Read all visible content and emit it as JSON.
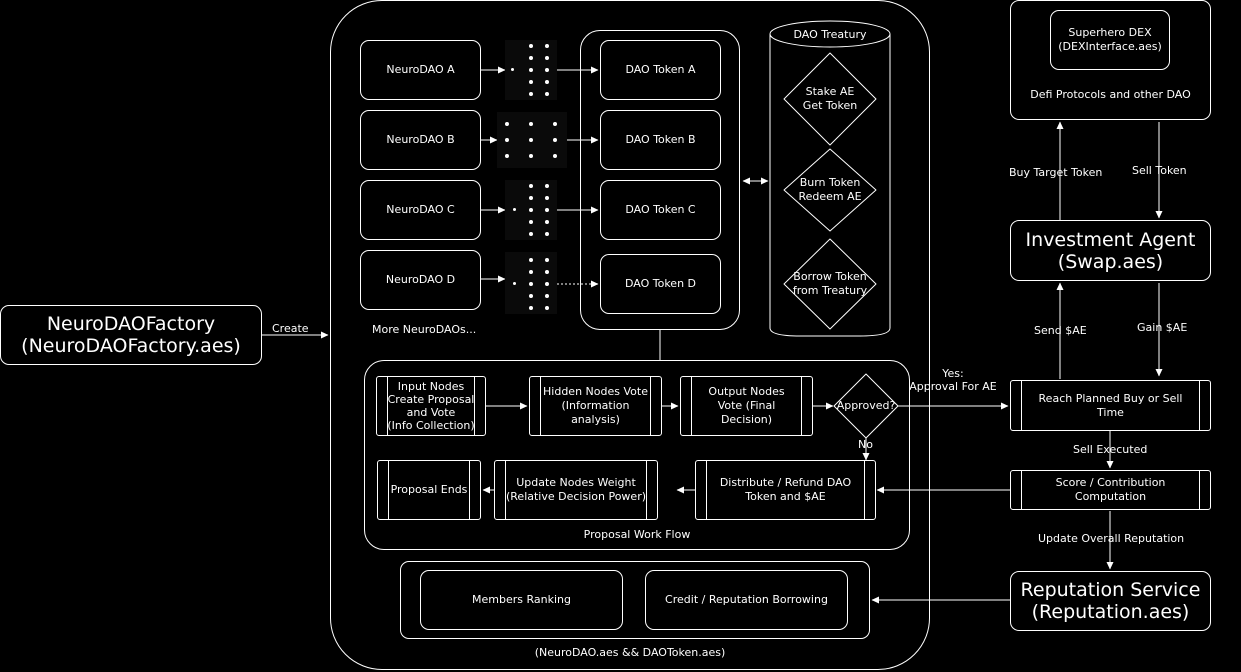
{
  "factory": {
    "title": "NeuroDAOFactory",
    "file": "(NeuroDAOFactory.aes)",
    "arrow_label": "Create"
  },
  "daos": [
    "NeuroDAO A",
    "NeuroDAO B",
    "NeuroDAO C",
    "NeuroDAO D"
  ],
  "more_daos": "More NeuroDAOs...",
  "tokens": [
    "DAO Token A",
    "DAO Token B",
    "DAO Token C",
    "DAO Token D"
  ],
  "treasury": {
    "title": "DAO Treatury",
    "actions": [
      {
        "line1": "Stake AE",
        "line2": "Get Token"
      },
      {
        "line1": "Burn Token",
        "line2": "Redeem AE"
      },
      {
        "line1": "Borrow Token",
        "line2": "from Treatury"
      }
    ]
  },
  "workflow": {
    "steps": [
      {
        "lines": [
          "Input Nodes",
          "Create Proposal",
          "and Vote",
          "(Info Collection)"
        ]
      },
      {
        "lines": [
          "Hidden Nodes Vote",
          "(Information",
          "analysis)"
        ]
      },
      {
        "lines": [
          "Output Nodes",
          "Vote (Final",
          "Decision)"
        ]
      }
    ],
    "decision": "Approved?",
    "no_label": "No",
    "bottom_steps": [
      {
        "lines": [
          "Distribute / Refund DAO",
          "Token and $AE"
        ]
      },
      {
        "lines": [
          "Update Nodes Weight",
          "(Relative Decision Power)"
        ]
      },
      {
        "lines": [
          "Proposal Ends"
        ]
      }
    ],
    "title": "Proposal Work Flow"
  },
  "members": {
    "ranking": "Members Ranking",
    "borrowing": "Credit / Reputation Borrowing"
  },
  "dao_footer": "(NeuroDAO.aes && DAOToken.aes)",
  "dex": {
    "line1": "Superhero DEX",
    "line2": "(DEXInterface.aes)",
    "caption": "Defi Protocols and other DAO"
  },
  "buy_label": "Buy Target Token",
  "sell_label": "Sell Token",
  "agent": {
    "title": "Investment Agent",
    "file": "(Swap.aes)"
  },
  "send_label": "Send $AE",
  "gain_label": "Gain $AE",
  "approval": {
    "line1": "Yes:",
    "line2": "Approval For AE"
  },
  "reach": {
    "line1": "Reach Planned Buy or Sell",
    "line2": "Time"
  },
  "sell_executed": "Sell Executed",
  "score": {
    "line1": "Score / Contribution",
    "line2": "Computation"
  },
  "update_rep": "Update Overall Reputation",
  "reputation": {
    "title": "Reputation Service",
    "file": "(Reputation.aes)"
  },
  "colors": {
    "background": "#000000",
    "stroke": "#ffffff"
  }
}
